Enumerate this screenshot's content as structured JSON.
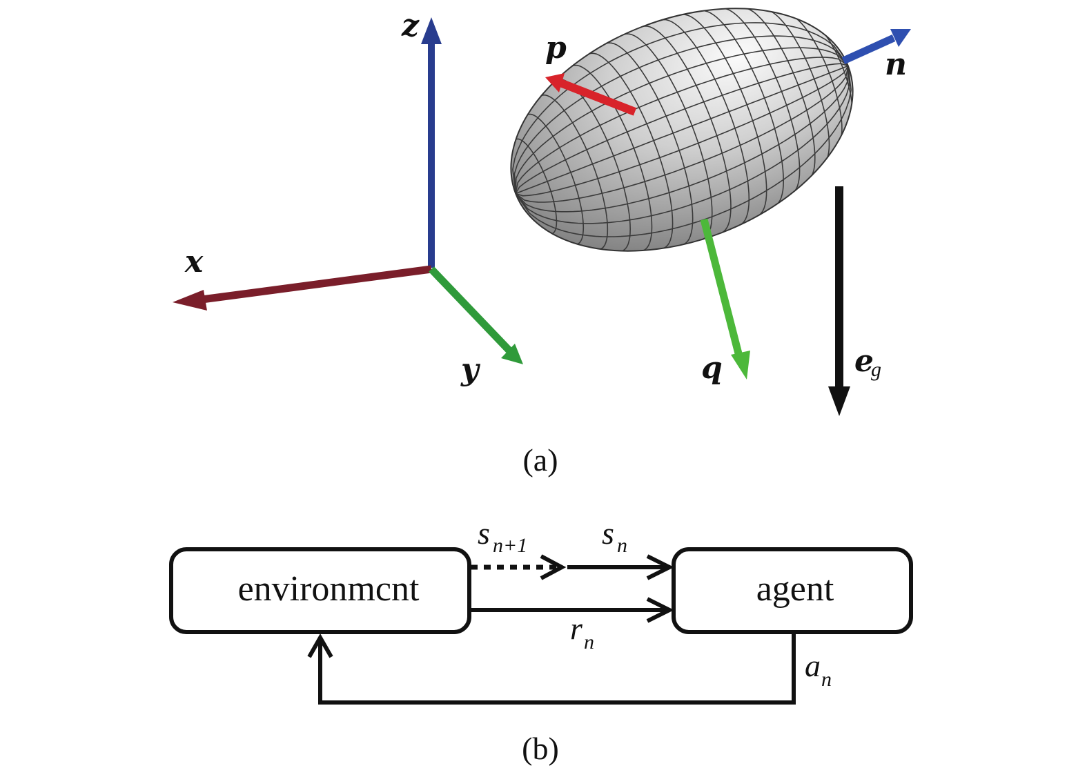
{
  "panel_a": {
    "caption": "(a)",
    "axes": {
      "x_label": "x",
      "y_label": "y",
      "z_label": "z"
    },
    "body_vectors": {
      "p_label": "p",
      "q_label": "q",
      "n_label": "n",
      "gravity_label": "e",
      "gravity_sub": "g"
    },
    "colors": {
      "x_axis": "#7a1e2a",
      "y_axis": "#2f9a3a",
      "z_axis": "#283c8e",
      "p_vector": "#d8232a",
      "q_vector": "#4cb83a",
      "n_vector": "#2e4fb0",
      "gravity": "#111111",
      "ellipsoid_light": "#f2f2f2",
      "ellipsoid_dark": "#7d7d7d"
    }
  },
  "panel_b": {
    "caption": "(b)",
    "environment_label": "environmcnt",
    "agent_label": "agent",
    "state_next": {
      "base": "s",
      "sub": "n+1"
    },
    "state": {
      "base": "s",
      "sub": "n"
    },
    "reward": {
      "base": "r",
      "sub": "n"
    },
    "action": {
      "base": "a",
      "sub": "n"
    }
  }
}
